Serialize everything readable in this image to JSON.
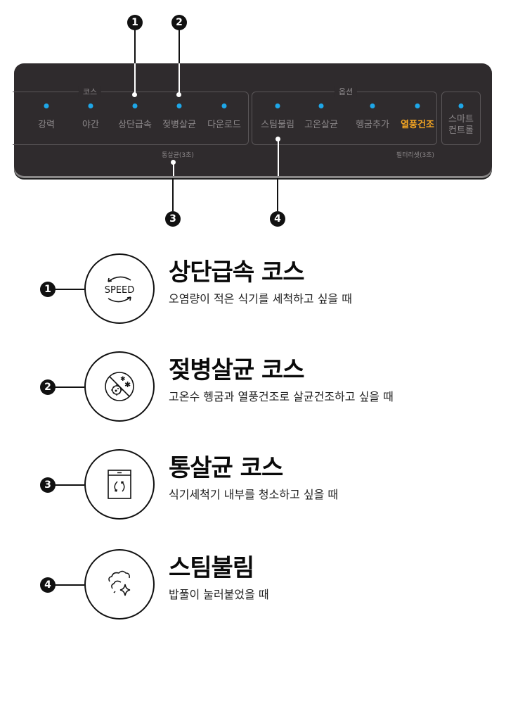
{
  "callouts": {
    "top": [
      {
        "num": "1"
      },
      {
        "num": "2"
      }
    ],
    "bottom": [
      {
        "num": "3"
      },
      {
        "num": "4"
      }
    ]
  },
  "panel": {
    "course_group": {
      "title": "코스",
      "buttons": [
        {
          "label": "강력",
          "active": false
        },
        {
          "label": "야간",
          "active": false
        },
        {
          "label": "상단급속",
          "active": false
        },
        {
          "label": "젖병살균",
          "active": false
        },
        {
          "label": "다운로드",
          "active": false
        }
      ],
      "hint": "통살균(3초)"
    },
    "option_group": {
      "title": "옵션",
      "buttons": [
        {
          "label": "스팀불림",
          "active": false
        },
        {
          "label": "고온살균",
          "active": false
        },
        {
          "label": "헹굼추가",
          "active": false
        },
        {
          "label": "열풍건조",
          "active": true
        }
      ],
      "hint": "필터리셋(3초)"
    },
    "smart": {
      "line1": "스마트",
      "line2": "컨트롤"
    },
    "colors": {
      "led": "#1ea7e8",
      "active_label": "#f5a623",
      "panel_bg": "#2f2b2d"
    }
  },
  "features": [
    {
      "num": "1",
      "icon": "speed-icon",
      "icon_text": "SPEED",
      "title": "상단급속 코스",
      "desc": "오염량이 적은 식기를 세척하고 싶을 때"
    },
    {
      "num": "2",
      "icon": "germ-sterilize-icon",
      "title": "젖병살균 코스",
      "desc": "고온수 헹굼과 열풍건조로 살균건조하고 싶을 때"
    },
    {
      "num": "3",
      "icon": "tub-clean-icon",
      "title": "통살균 코스",
      "desc": "식기세척기 내부를 청소하고 싶을 때"
    },
    {
      "num": "4",
      "icon": "steam-soak-icon",
      "title": "스팀불림",
      "desc": "밥풀이 눌러붙었을 때"
    }
  ]
}
